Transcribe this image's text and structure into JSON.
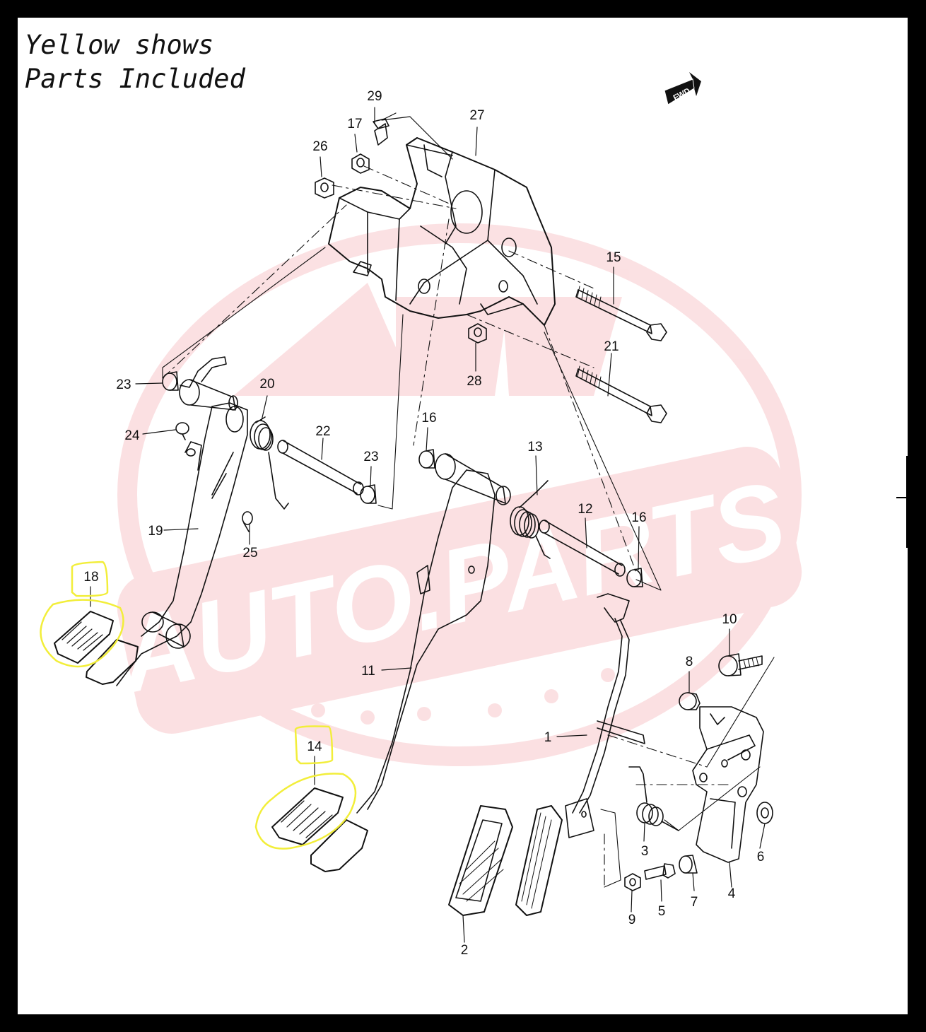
{
  "caption": {
    "line1": "Yellow shows",
    "line2": "Parts Included"
  },
  "direction_badge": "FWD",
  "watermark": {
    "text": "AUTO.PARTS",
    "color": "#e8474f"
  },
  "highlight_color": "#f2ee3a",
  "parts": [
    {
      "id": "part-29",
      "number": "29"
    },
    {
      "id": "part-17",
      "number": "17"
    },
    {
      "id": "part-26",
      "number": "26"
    },
    {
      "id": "part-27",
      "number": "27"
    },
    {
      "id": "part-15",
      "number": "15"
    },
    {
      "id": "part-21",
      "number": "21"
    },
    {
      "id": "part-28",
      "number": "28"
    },
    {
      "id": "part-23a",
      "number": "23"
    },
    {
      "id": "part-20",
      "number": "20"
    },
    {
      "id": "part-22",
      "number": "22"
    },
    {
      "id": "part-23b",
      "number": "23"
    },
    {
      "id": "part-16a",
      "number": "16"
    },
    {
      "id": "part-24",
      "number": "24"
    },
    {
      "id": "part-13",
      "number": "13"
    },
    {
      "id": "part-12",
      "number": "12"
    },
    {
      "id": "part-16b",
      "number": "16"
    },
    {
      "id": "part-19",
      "number": "19"
    },
    {
      "id": "part-25",
      "number": "25"
    },
    {
      "id": "part-18",
      "number": "18"
    },
    {
      "id": "part-10",
      "number": "10"
    },
    {
      "id": "part-8",
      "number": "8"
    },
    {
      "id": "part-11",
      "number": "11"
    },
    {
      "id": "part-1",
      "number": "1"
    },
    {
      "id": "part-14",
      "number": "14"
    },
    {
      "id": "part-3",
      "number": "3"
    },
    {
      "id": "part-6",
      "number": "6"
    },
    {
      "id": "part-4",
      "number": "4"
    },
    {
      "id": "part-7",
      "number": "7"
    },
    {
      "id": "part-5",
      "number": "5"
    },
    {
      "id": "part-9",
      "number": "9"
    },
    {
      "id": "part-2",
      "number": "2"
    }
  ]
}
